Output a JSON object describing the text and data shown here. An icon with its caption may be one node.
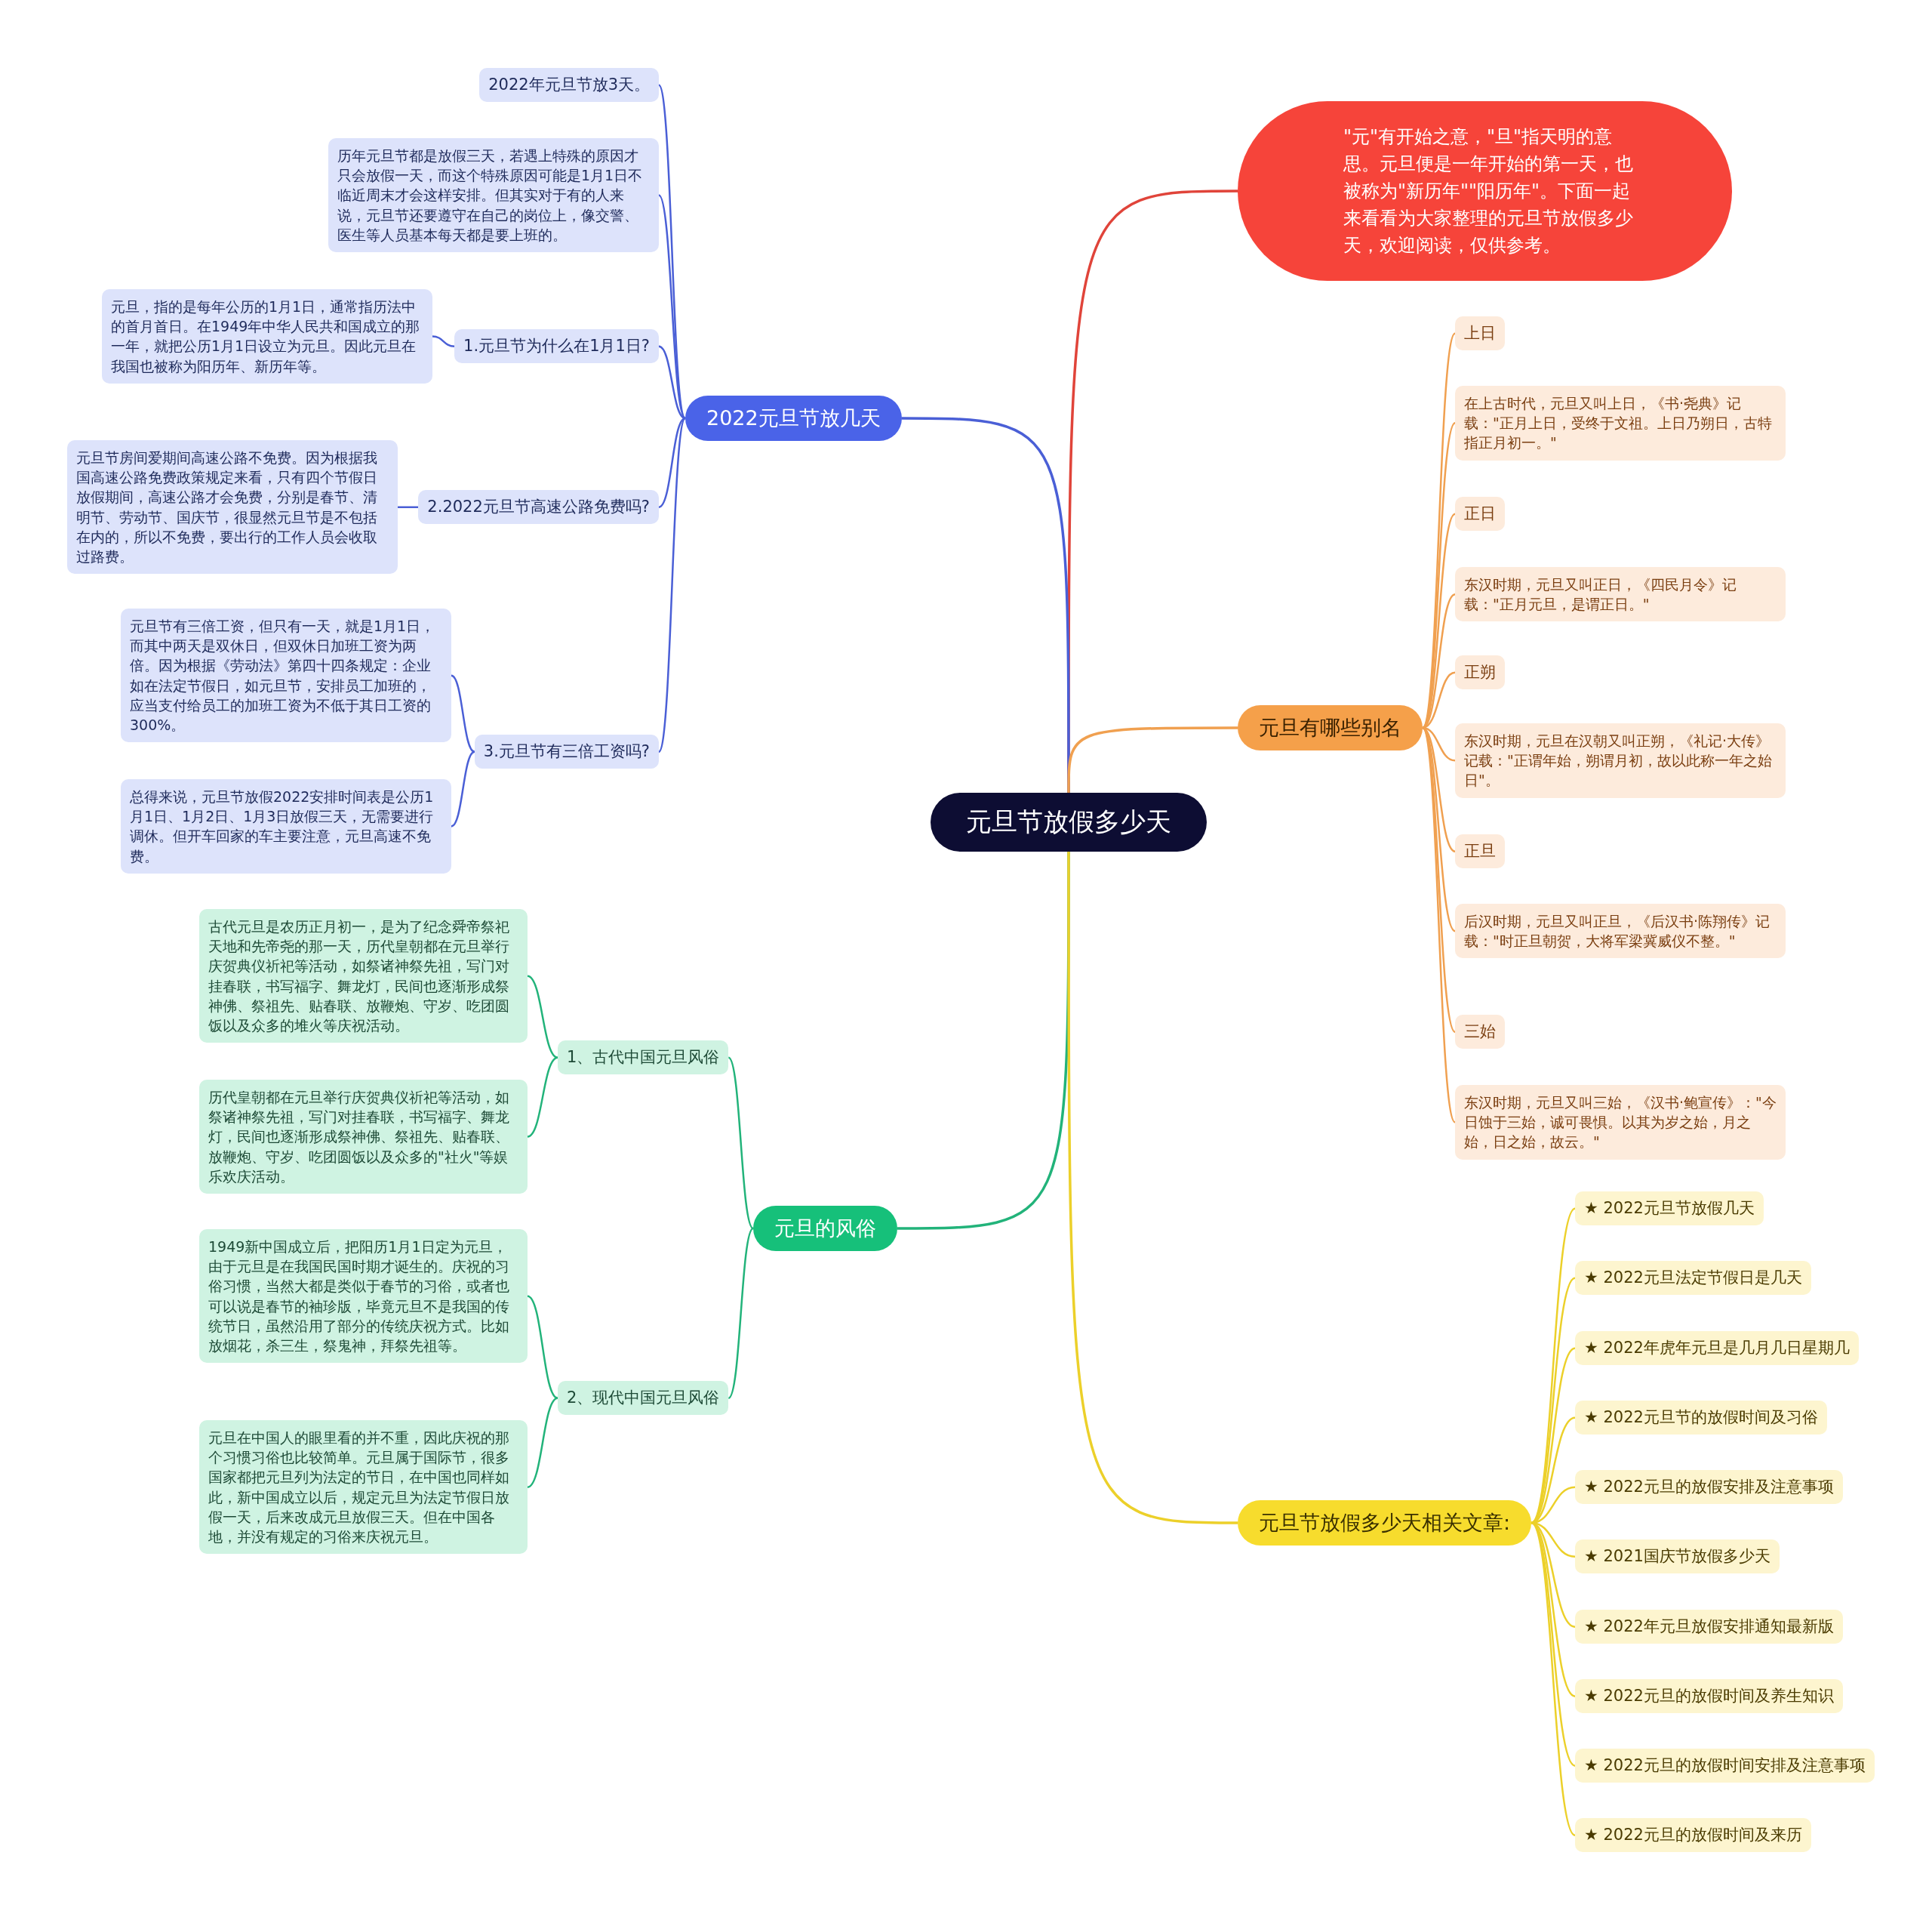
{
  "diagram": {
    "nodes": [
      {
        "text": [
          "元旦节放假多少天"
        ]
      },
      {
        "text": [
          "\"元\"有开始之意，\"旦\"指天明的意思。元旦便是一年开始的第一天，也被称为\"新历年\"\"阳历年\"。下面一起来看看为大家整理的元旦节放假多少天，欢迎阅读，仅供参考。"
        ]
      },
      {
        "text": [
          "2022元旦节放几天"
        ]
      },
      {
        "text": [
          "2022年元旦节放3天。"
        ]
      },
      {
        "text": [
          "历年元旦节都是放假三天，若遇上特殊的原因才只会放假一天，而这个特殊原因可能是1月1日不临近周末才会这样安排。但其实对于有的人来说，元旦节还要遵守在自己的岗位上，像交警、医生等人员基本每天都是要上班的。"
        ]
      },
      {
        "text": [
          "1.元旦节为什么在1月1日?"
        ]
      },
      {
        "text": [
          "元旦，指的是每年公历的1月1日，通常指历法中的首月首日。在1949年中华人民共和国成立的那一年，就把公历1月1日设立为元旦。因此元旦在我国也被称为阳历年、新历年等。"
        ]
      },
      {
        "text": [
          "2.2022元旦节高速公路免费吗?"
        ]
      },
      {
        "text": [
          "元旦节房间爱期间高速公路不免费。因为根据我国高速公路免费政策规定来看，只有四个节假日放假期间，高速公路才会免费，分别是春节、清明节、劳动节、国庆节，很显然元旦节是不包括在内的，所以不免费，要出行的工作人员会收取过路费。"
        ]
      },
      {
        "text": [
          "3.元旦节有三倍工资吗?"
        ]
      },
      {
        "text": [
          "元旦节有三倍工资，但只有一天，就是1月1日，而其中两天是双休日，但双休日加班工资为两倍。因为根据《劳动法》第四十四条规定：企业如在法定节假日，如元旦节，安排员工加班的，应当支付给员工的加班工资为不低于其日工资的300%。"
        ]
      },
      {
        "text": [
          "总得来说，元旦节放假2022安排时间表是公历1月1日、1月2日、1月3日放假三天，无需要进行调休。但开车回家的车主要注意，元旦高速不免费。"
        ]
      },
      {
        "text": [
          "元旦有哪些别名"
        ]
      },
      {
        "text": [
          "上日"
        ]
      },
      {
        "text": [
          "在上古时代，元旦又叫上日，《书·尧典》记载：\"正月上日，受终于文祖。上日乃朔日，古特指正月初一。\""
        ]
      },
      {
        "text": [
          "正日"
        ]
      },
      {
        "text": [
          "东汉时期，元旦又叫正日，《四民月令》记载：\"正月元旦，是谓正日。\""
        ]
      },
      {
        "text": [
          "正朔"
        ]
      },
      {
        "text": [
          "东汉时期，元旦在汉朝又叫正朔，《礼记·大传》记载：\"正谓年始，朔谓月初，故以此称一年之始日\"。"
        ]
      },
      {
        "text": [
          "正旦"
        ]
      },
      {
        "text": [
          "后汉时期，元旦又叫正旦，《后汉书·陈翔传》记载：\"时正旦朝贺，大将军梁冀威仪不整。\""
        ]
      },
      {
        "text": [
          "三始"
        ]
      },
      {
        "text": [
          "东汉时期，元旦又叫三始，《汉书·鲍宣传》：\"今日蚀于三始，诚可畏惧。以其为岁之始，月之始，日之始，故云。\""
        ]
      },
      {
        "text": [
          "元旦的风俗"
        ]
      },
      {
        "text": [
          "1、古代中国元旦风俗"
        ]
      },
      {
        "text": [
          "古代元旦是农历正月初一，是为了纪念舜帝祭祀天地和先帝尧的那一天，历代皇朝都在元旦举行庆贺典仪祈祀等活动，如祭诸神祭先祖，写门对挂春联，书写福字、舞龙灯，民间也逐渐形成祭神佛、祭祖先、贴春联、放鞭炮、守岁、吃团圆饭以及众多的堆火等庆祝活动。"
        ]
      },
      {
        "text": [
          "历代皇朝都在元旦举行庆贺典仪祈祀等活动，如祭诸神祭先祖，写门对挂春联，书写福字、舞龙灯，民间也逐渐形成祭神佛、祭祖先、贴春联、放鞭炮、守岁、吃团圆饭以及众多的\"社火\"等娱乐欢庆活动。"
        ]
      },
      {
        "text": [
          "2、现代中国元旦风俗"
        ]
      },
      {
        "text": [
          "1949新中国成立后，把阳历1月1日定为元旦，由于元旦是在我国民国时期才诞生的。庆祝的习俗习惯，当然大都是类似于春节的习俗，或者也可以说是春节的袖珍版，毕竟元旦不是我国的传统节日，虽然沿用了部分的传统庆祝方式。比如放烟花，杀三生，祭鬼神，拜祭先祖等。"
        ]
      },
      {
        "text": [
          "元旦在中国人的眼里看的并不重，因此庆祝的那个习惯习俗也比较简单。元旦属于国际节，很多国家都把元旦列为法定的节日，在中国也同样如此，新中国成立以后，规定元旦为法定节假日放假一天，后来改成元旦放假三天。但在中国各地，并没有规定的习俗来庆祝元旦。"
        ]
      },
      {
        "text": [
          "元旦节放假多少天相关文章:"
        ]
      },
      {
        "text": [
          "★ 2022元旦节放假几天"
        ]
      },
      {
        "text": [
          "★ 2022元旦法定节假日是几天"
        ]
      },
      {
        "text": [
          "★ 2022年虎年元旦是几月几日星期几"
        ]
      },
      {
        "text": [
          "★ 2022元旦节的放假时间及习俗"
        ]
      },
      {
        "text": [
          "★ 2022元旦的放假安排及注意事项"
        ]
      },
      {
        "text": [
          "★ 2021国庆节放假多少天"
        ]
      },
      {
        "text": [
          "★ 2022年元旦放假安排通知最新版"
        ]
      },
      {
        "text": [
          "★ 2022元旦的放假时间及养生知识"
        ]
      },
      {
        "text": [
          "★ 2022元旦的放假时间安排及注意事项"
        ]
      },
      {
        "text": [
          "★ 2022元旦的放假时间及来历"
        ]
      }
    ],
    "edges": [
      {
        "from": 0,
        "to": 1,
        "arrow": "none",
        "color": "#e0443a"
      },
      {
        "from": 0,
        "to": 2,
        "arrow": "none",
        "color": "#4a5fd6"
      },
      {
        "from": 2,
        "to": 3,
        "arrow": "none",
        "color": "#4a5fd6"
      },
      {
        "from": 2,
        "to": 4,
        "arrow": "none",
        "color": "#4a5fd6"
      },
      {
        "from": 2,
        "to": 5,
        "arrow": "none",
        "color": "#4a5fd6"
      },
      {
        "from": 5,
        "to": 6,
        "arrow": "none",
        "color": "#4a5fd6"
      },
      {
        "from": 2,
        "to": 7,
        "arrow": "none",
        "color": "#4a5fd6"
      },
      {
        "from": 7,
        "to": 8,
        "arrow": "none",
        "color": "#4a5fd6"
      },
      {
        "from": 2,
        "to": 9,
        "arrow": "none",
        "color": "#4a5fd6"
      },
      {
        "from": 9,
        "to": 10,
        "arrow": "none",
        "color": "#4a5fd6"
      },
      {
        "from": 9,
        "to": 11,
        "arrow": "none",
        "color": "#4a5fd6"
      },
      {
        "from": 0,
        "to": 12,
        "arrow": "none",
        "color": "#f0a050"
      },
      {
        "from": 12,
        "to": 13,
        "arrow": "none",
        "color": "#f0a050"
      },
      {
        "from": 12,
        "to": 14,
        "arrow": "none",
        "color": "#f0a050"
      },
      {
        "from": 12,
        "to": 15,
        "arrow": "none",
        "color": "#f0a050"
      },
      {
        "from": 12,
        "to": 16,
        "arrow": "none",
        "color": "#f0a050"
      },
      {
        "from": 12,
        "to": 17,
        "arrow": "none",
        "color": "#f0a050"
      },
      {
        "from": 12,
        "to": 18,
        "arrow": "none",
        "color": "#f0a050"
      },
      {
        "from": 12,
        "to": 19,
        "arrow": "none",
        "color": "#f0a050"
      },
      {
        "from": 12,
        "to": 20,
        "arrow": "none",
        "color": "#f0a050"
      },
      {
        "from": 12,
        "to": 21,
        "arrow": "none",
        "color": "#f0a050"
      },
      {
        "from": 12,
        "to": 22,
        "arrow": "none",
        "color": "#f0a050"
      },
      {
        "from": 0,
        "to": 23,
        "arrow": "none",
        "color": "#22b37a"
      },
      {
        "from": 23,
        "to": 24,
        "arrow": "none",
        "color": "#22b37a"
      },
      {
        "from": 24,
        "to": 25,
        "arrow": "none",
        "color": "#22b37a"
      },
      {
        "from": 24,
        "to": 26,
        "arrow": "none",
        "color": "#22b37a"
      },
      {
        "from": 23,
        "to": 27,
        "arrow": "none",
        "color": "#22b37a"
      },
      {
        "from": 27,
        "to": 28,
        "arrow": "none",
        "color": "#22b37a"
      },
      {
        "from": 27,
        "to": 29,
        "arrow": "none",
        "color": "#22b37a"
      },
      {
        "from": 0,
        "to": 30,
        "arrow": "none",
        "color": "#ecd02a"
      },
      {
        "from": 30,
        "to": 31,
        "arrow": "none",
        "color": "#ecd02a"
      },
      {
        "from": 30,
        "to": 32,
        "arrow": "none",
        "color": "#ecd02a"
      },
      {
        "from": 30,
        "to": 33,
        "arrow": "none",
        "color": "#ecd02a"
      },
      {
        "from": 30,
        "to": 34,
        "arrow": "none",
        "color": "#ecd02a"
      },
      {
        "from": 30,
        "to": 35,
        "arrow": "none",
        "color": "#ecd02a"
      },
      {
        "from": 30,
        "to": 36,
        "arrow": "none",
        "color": "#ecd02a"
      },
      {
        "from": 30,
        "to": 37,
        "arrow": "none",
        "color": "#ecd02a"
      },
      {
        "from": 30,
        "to": 38,
        "arrow": "none",
        "color": "#ecd02a"
      },
      {
        "from": 30,
        "to": 39,
        "arrow": "none",
        "color": "#ecd02a"
      },
      {
        "from": 30,
        "to": 40,
        "arrow": "none",
        "color": "#ecd02a"
      }
    ]
  }
}
